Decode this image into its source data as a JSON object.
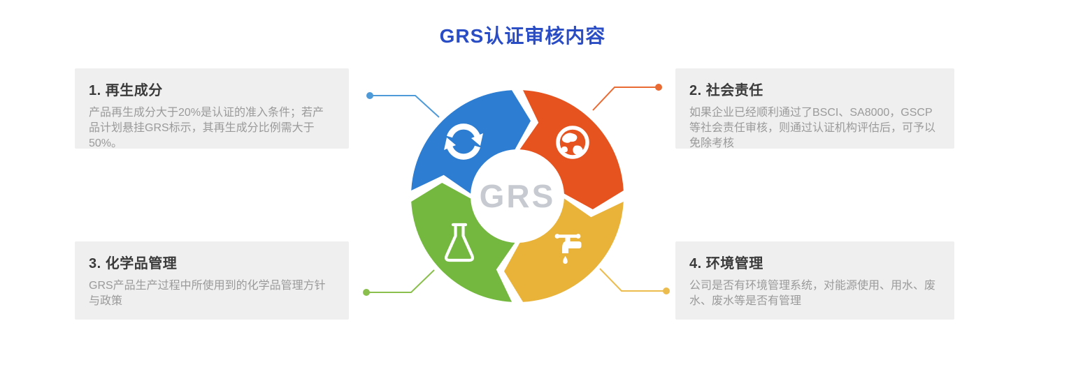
{
  "title": "GRS认证审核内容",
  "center": {
    "label": "GRS"
  },
  "colors": {
    "title_blue": "#2a4dc5",
    "blue": "#2d7dd2",
    "red": "#e7531f",
    "green": "#75b840",
    "yellow": "#e9b238",
    "grs_gray": "#c7cbd1",
    "card_bg": "#efefef",
    "card_title": "#3a3a3a",
    "card_body": "#9a9a9a",
    "connector_blue": "#4e9ad8",
    "connector_orange": "#e96a33",
    "connector_green": "#8abf4e",
    "connector_yellow": "#ecbc4e",
    "icon_white": "#ffffff"
  },
  "cards": [
    {
      "title": "1. 再生成分",
      "body": "产品再生成分大于20%是认证的准入条件；若产品计划悬挂GRS标示，其再生成分比例需大于50%。"
    },
    {
      "title": "2. 社会责任",
      "body": "如果企业已经顺利通过了BSCI、SA8000，GSCP等社会责任审核，则通过认证机构评估后，可予以免除考核"
    },
    {
      "title": "3. 化学品管理",
      "body": "GRS产品生产过程中所使用到的化学品管理方针与政策"
    },
    {
      "title": "4. 环境管理",
      "body": "公司是否有环境管理系统，对能源使用、用水、废水、废水等是否有管理"
    }
  ],
  "segments": [
    {
      "name": "social-responsibility",
      "icon": "globe-icon"
    },
    {
      "name": "environment",
      "icon": "faucet-icon"
    },
    {
      "name": "chemical-management",
      "icon": "flask-icon"
    },
    {
      "name": "recycled-content",
      "icon": "recycle-icon"
    }
  ]
}
